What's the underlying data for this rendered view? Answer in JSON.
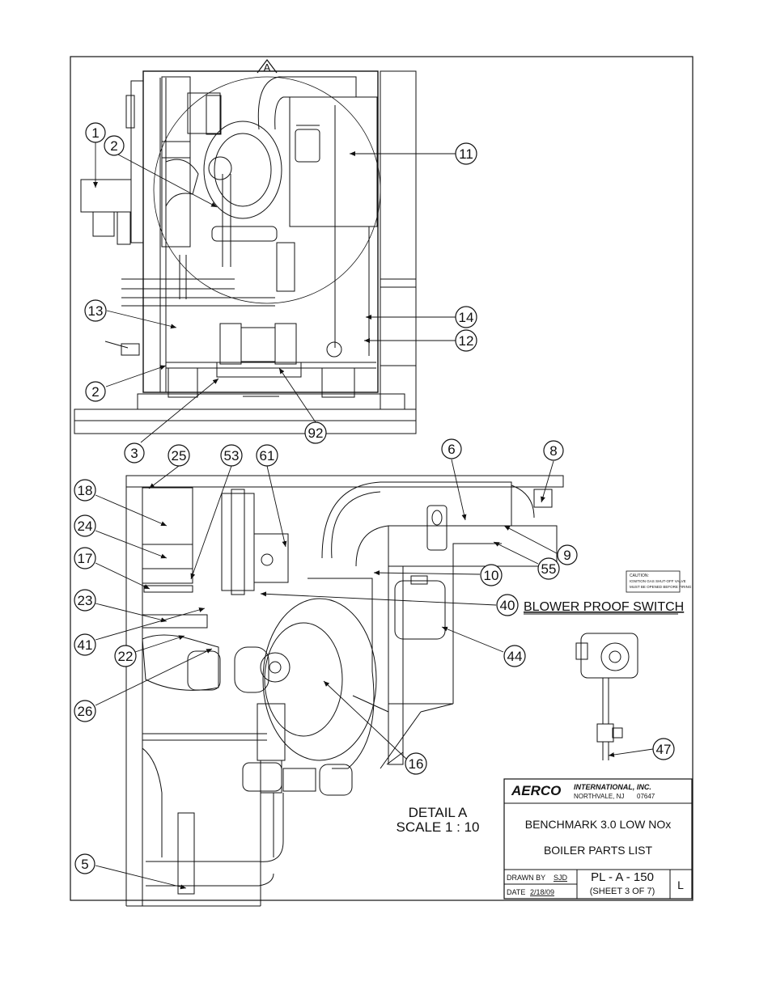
{
  "title_block": {
    "company": "AERCO",
    "company_name": "INTERNATIONAL, INC.",
    "company_city": "NORTHVALE, NJ",
    "company_zip": "07647",
    "product": "BENCHMARK 3.0 LOW NOx",
    "subtitle": "BOILER PARTS LIST",
    "drawn_by_label": "DRAWN BY",
    "drawn_by": "SJD",
    "date_label": "DATE",
    "date": "2/18/09",
    "drawing_number": "PL - A - 150",
    "sheet": "(SHEET 3 OF 7)",
    "revision": "L"
  },
  "view_label": "A",
  "detail": {
    "title": "DETAIL A",
    "scale": "SCALE 1 : 10"
  },
  "callout": "BLOWER PROOF SWITCH",
  "caution": {
    "heading": "CAUTION:",
    "line1": "IGNITION GAS SHUT-OFF VALVE",
    "line2": "MUST BE OPENED BEFORE FIRING"
  },
  "balloons": {
    "b1": "1",
    "b2a": "2",
    "b11": "11",
    "b13": "13",
    "b14": "14",
    "b12": "12",
    "b2b": "2",
    "b3": "3",
    "b92": "92",
    "b25": "25",
    "b53": "53",
    "b61": "61",
    "b6": "6",
    "b8": "8",
    "b18": "18",
    "b24": "24",
    "b17": "17",
    "b23": "23",
    "b41": "41",
    "b22": "22",
    "b26": "26",
    "b9": "9",
    "b55": "55",
    "b10": "10",
    "b40": "40",
    "b44": "44",
    "b16": "16",
    "b47": "47",
    "b5": "5"
  }
}
